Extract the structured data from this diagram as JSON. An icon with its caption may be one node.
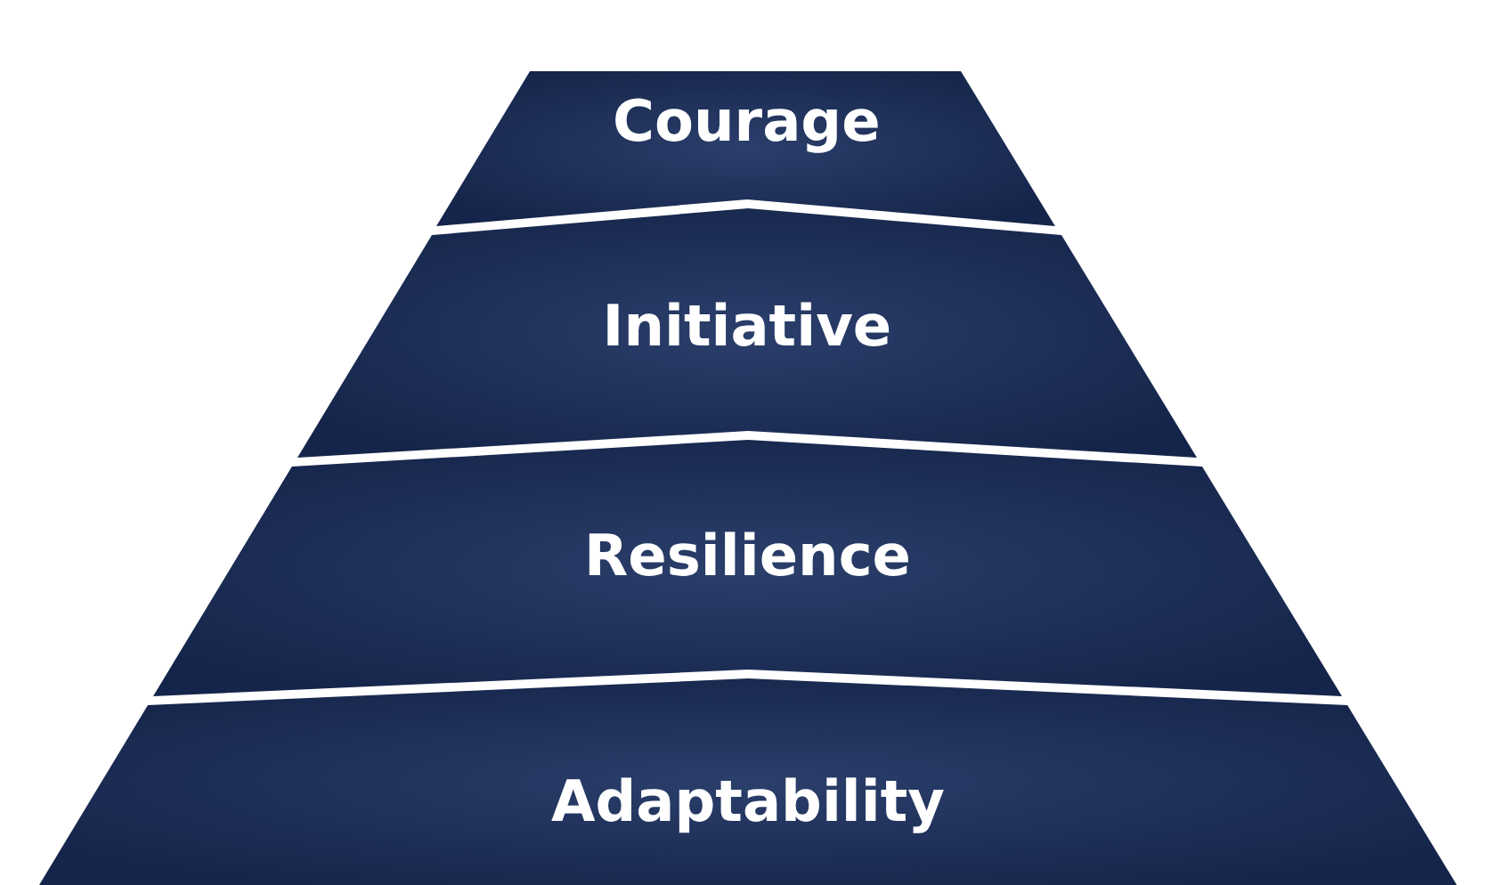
{
  "diagram": {
    "nodes": [
      {
        "text": [
          "Courage"
        ]
      },
      {
        "text": [
          "Initiative"
        ]
      },
      {
        "text": [
          "Resilience"
        ]
      },
      {
        "text": [
          "Adaptability"
        ]
      }
    ]
  }
}
